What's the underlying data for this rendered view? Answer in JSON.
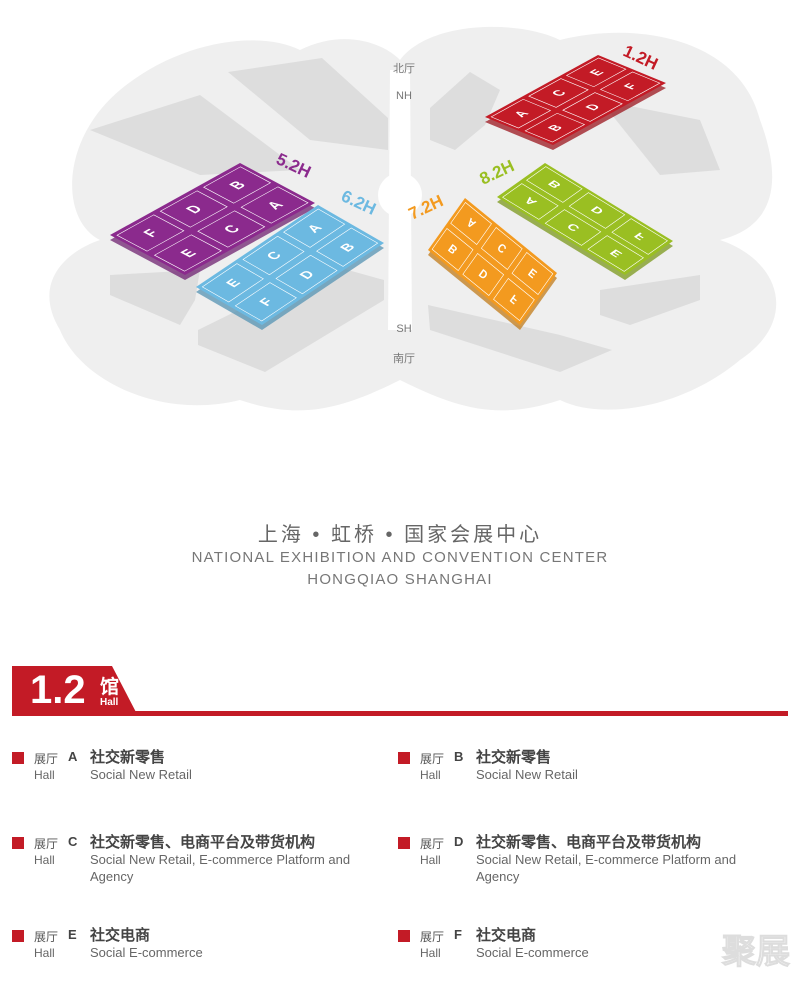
{
  "map": {
    "north_cn": "北厅",
    "north_en": "NH",
    "south_cn": "南厅",
    "south_en": "SH",
    "halls": [
      {
        "label": "1.2H",
        "color": "#c31b26",
        "cells": [
          "A",
          "B",
          "C",
          "D",
          "E",
          "F"
        ]
      },
      {
        "label": "5.2H",
        "color": "#8b2a8d",
        "cells": [
          "F",
          "E",
          "D",
          "C",
          "B",
          "A"
        ]
      },
      {
        "label": "6.2H",
        "color": "#6cb9e1",
        "cells": [
          "E",
          "F",
          "C",
          "D",
          "A",
          "B"
        ]
      },
      {
        "label": "7.2H",
        "color": "#f39a1f",
        "cells": [
          "B",
          "A",
          "D",
          "C",
          "F",
          "E"
        ]
      },
      {
        "label": "8.2H",
        "color": "#9abf22",
        "cells": [
          "A",
          "B",
          "C",
          "D",
          "E",
          "F"
        ]
      }
    ]
  },
  "venue": {
    "cn": "上海 • 虹桥 • 国家会展中心",
    "en1": "NATIONAL EXHIBITION AND CONVENTION CENTER",
    "en2": "HONGQIAO SHANGHAI"
  },
  "hall": {
    "number": "1.2",
    "cn": "馆",
    "en": "Hall"
  },
  "items": [
    {
      "zt": "展厅",
      "hall": "Hall",
      "letter": "A",
      "cn": "社交新零售",
      "en": "Social New Retail"
    },
    {
      "zt": "展厅",
      "hall": "Hall",
      "letter": "B",
      "cn": "社交新零售",
      "en": "Social New Retail"
    },
    {
      "zt": "展厅",
      "hall": "Hall",
      "letter": "C",
      "cn": "社交新零售、电商平台及带货机构",
      "en": "Social New Retail, E-commerce Platform and Agency"
    },
    {
      "zt": "展厅",
      "hall": "Hall",
      "letter": "D",
      "cn": "社交新零售、电商平台及带货机构",
      "en": "Social New Retail, E-commerce Platform and Agency"
    },
    {
      "zt": "展厅",
      "hall": "Hall",
      "letter": "E",
      "cn": "社交电商",
      "en": "Social E-commerce"
    },
    {
      "zt": "展厅",
      "hall": "Hall",
      "letter": "F",
      "cn": "社交电商",
      "en": "Social E-commerce"
    }
  ],
  "watermark": "聚展"
}
